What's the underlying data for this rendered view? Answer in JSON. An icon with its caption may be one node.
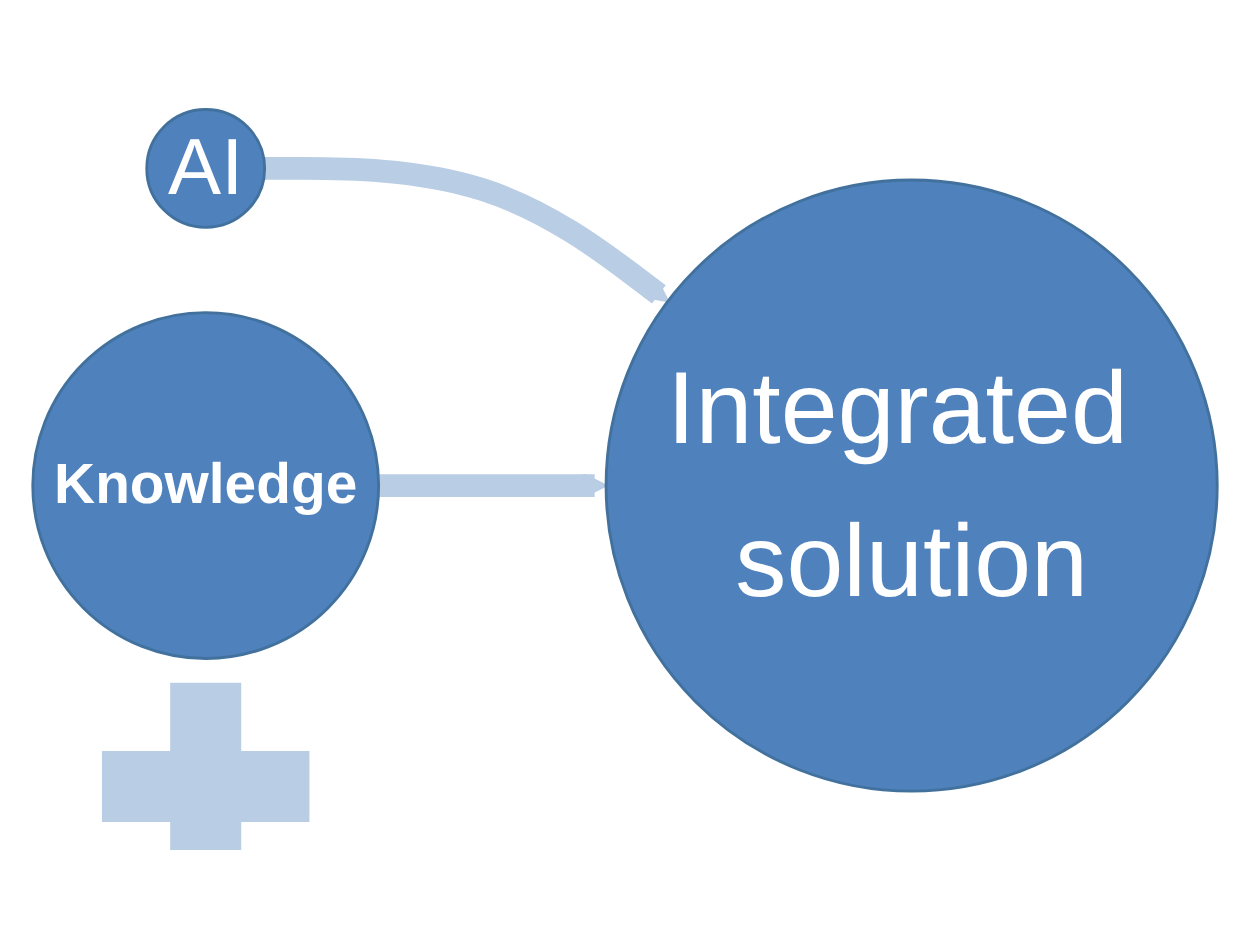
{
  "diagram": {
    "nodes": [
      {
        "text": [
          "AI"
        ]
      },
      {
        "text": [],
        "shape": "plus"
      },
      {
        "text": [
          "Knowledge"
        ]
      },
      {
        "text": [
          "Integrated solution"
        ]
      }
    ],
    "edges": [
      {
        "from": 0,
        "to": 3,
        "arrow": "to"
      },
      {
        "from": 2,
        "to": 3,
        "arrow": "to"
      }
    ]
  }
}
